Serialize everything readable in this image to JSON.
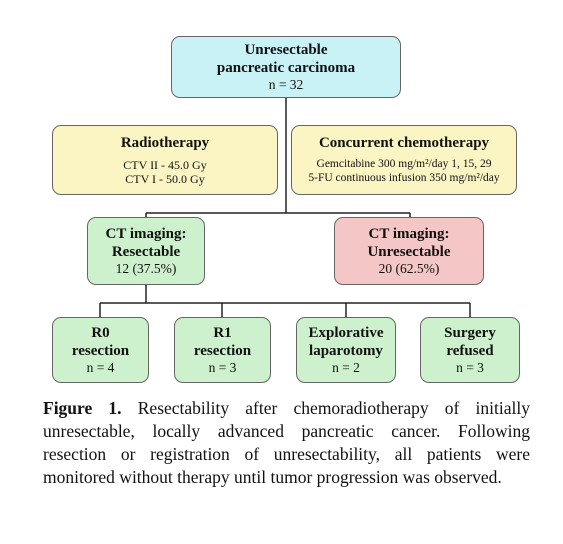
{
  "top": {
    "line1": "Unresectable",
    "line2": "pancreatic carcinoma",
    "count": "n = 32"
  },
  "radiotherapy": {
    "title": "Radiotherapy",
    "line1": "CTV II - 45.0 Gy",
    "line2": "CTV I - 50.0 Gy"
  },
  "chemo": {
    "title": "Concurrent chemotherapy",
    "line1": "Gemcitabine 300 mg/m²/day 1, 15, 29",
    "line2": "5-FU continuous infusion 350 mg/m²/day"
  },
  "resectable": {
    "line1": "CT imaging:",
    "line2": "Resectable",
    "count": "12 (37.5%)"
  },
  "unresectable": {
    "line1": "CT imaging:",
    "line2": "Unresectable",
    "count": "20 (62.5%)"
  },
  "outcomes": [
    {
      "line1": "R0",
      "line2": "resection",
      "count": "n = 4"
    },
    {
      "line1": "R1",
      "line2": "resection",
      "count": "n = 3"
    },
    {
      "line1": "Explorative",
      "line2": "laparotomy",
      "count": "n = 2"
    },
    {
      "line1": "Surgery",
      "line2": "refused",
      "count": "n = 3"
    }
  ],
  "caption": {
    "label": "Figure 1.",
    "text": "Resectability after chemoradiotherapy of initially unresectable, locally advanced pancreatic cancer. Following resection or registration of unresectability, all patients were monitored without therapy until tumor progression was observed."
  },
  "colors": {
    "top": "#c9f2f6",
    "therapy": "#fbf5c4",
    "resectable": "#cdf1cd",
    "unresectable": "#f5c6c6"
  }
}
